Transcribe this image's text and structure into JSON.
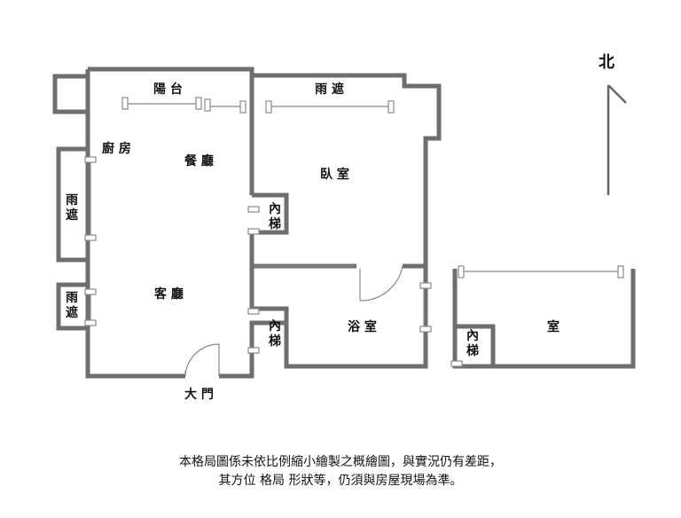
{
  "labels": {
    "balcony": "陽 台",
    "shade_top": "雨 遮",
    "kitchen": "廚 房",
    "dining": "餐 廳",
    "bedroom": "臥 室",
    "shade_left_upper": "雨\n遮",
    "stair_upper": "內\n梯",
    "living": "客 廳",
    "shade_left_lower": "雨\n遮",
    "stair_lower": "內\n梯",
    "bathroom": "浴 室",
    "stair_right": "內\n梯",
    "room_right": "室",
    "main_door": "大 門",
    "north": "北"
  },
  "disclaimer": {
    "line1": "本格局圖係未依比例縮小繪製之概繪圖，與實況仍有差距，",
    "line2": "其方位 格局 形狀等，仍須與房屋現場為準。"
  },
  "colors": {
    "wall": "#6e6e6e",
    "thin_line": "#888888",
    "text": "#111111"
  }
}
